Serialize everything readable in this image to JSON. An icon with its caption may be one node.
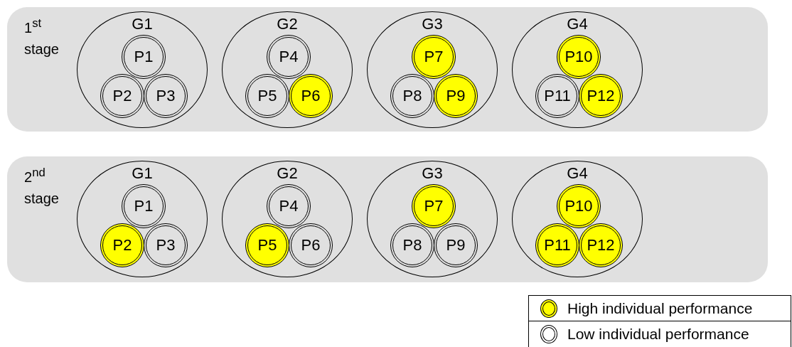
{
  "diagram": {
    "nodes": [
      {
        "text": [
          "1$^{st}$ stage"
        ]
      },
      {
        "text": [
          "G1"
        ],
        "in": 0
      },
      {
        "text": [
          "P1"
        ],
        "in": 1
      },
      {
        "text": [
          "P2"
        ],
        "in": 1
      },
      {
        "text": [
          "P3"
        ],
        "in": 1
      },
      {
        "text": [
          "G2"
        ],
        "in": 0
      },
      {
        "text": [
          "P4"
        ],
        "in": 5
      },
      {
        "text": [
          "P5"
        ],
        "in": 5
      },
      {
        "text": [
          "P6"
        ],
        "in": 5
      },
      {
        "text": [
          "G3"
        ],
        "in": 0
      },
      {
        "text": [
          "P7"
        ],
        "in": 9
      },
      {
        "text": [
          "P8"
        ],
        "in": 9
      },
      {
        "text": [
          "P9"
        ],
        "in": 9
      },
      {
        "text": [
          "G4"
        ],
        "in": 0
      },
      {
        "text": [
          "P10"
        ],
        "in": 13
      },
      {
        "text": [
          "P11"
        ],
        "in": 13
      },
      {
        "text": [
          "P12"
        ],
        "in": 13
      },
      {
        "text": [
          "2$^{nd}$ stage"
        ]
      },
      {
        "text": [
          "G1"
        ],
        "in": 17
      },
      {
        "text": [
          "P1"
        ],
        "in": 18
      },
      {
        "text": [
          "P2"
        ],
        "in": 18
      },
      {
        "text": [
          "P3"
        ],
        "in": 18
      },
      {
        "text": [
          "G2"
        ],
        "in": 17
      },
      {
        "text": [
          "P4"
        ],
        "in": 22
      },
      {
        "text": [
          "P5"
        ],
        "in": 22
      },
      {
        "text": [
          "P6"
        ],
        "in": 22
      },
      {
        "text": [
          "G3"
        ],
        "in": 17
      },
      {
        "text": [
          "P7"
        ],
        "in": 26
      },
      {
        "text": [
          "P8"
        ],
        "in": 26
      },
      {
        "text": [
          "P9"
        ],
        "in": 26
      },
      {
        "text": [
          "G4"
        ],
        "in": 17
      },
      {
        "text": [
          "P10"
        ],
        "in": 30
      },
      {
        "text": [
          "P11"
        ],
        "in": 30
      },
      {
        "text": [
          "P12"
        ],
        "in": 30
      }
    ],
    "edges": [],
    "legend": [
      {
        "text": "High individual performance",
        "color": "#ffff00"
      },
      {
        "text": "Low individual performance",
        "color": "#ffffff"
      }
    ]
  }
}
